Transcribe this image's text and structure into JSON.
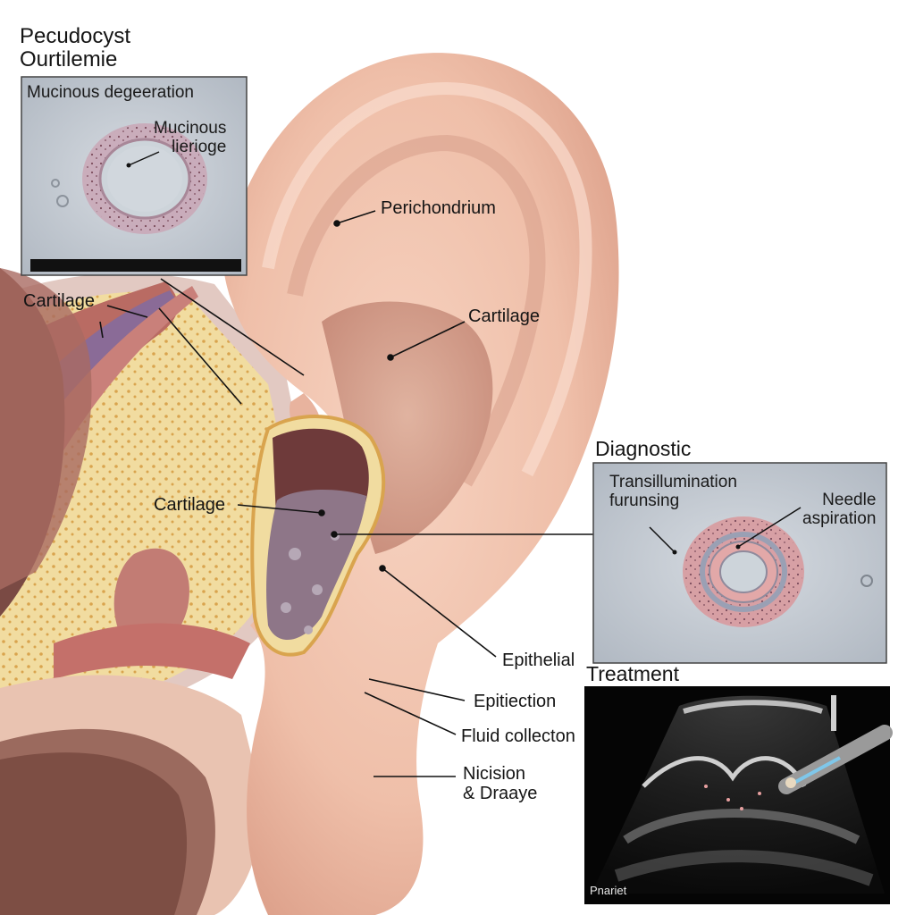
{
  "title": "Pecudocyst\nOurtilemie",
  "inset_histology": {
    "header": "Mucinous degeeration",
    "pointer_label": "Mucinous\nlierioge"
  },
  "ear_labels": {
    "perichondrium": "Perichondrium",
    "cartilage_helix": "Cartilage",
    "cartilage_left": "Cartilage",
    "cartilage_center": "Cartilage",
    "epithelial": "Epithelial",
    "epitiection": "Epitiection",
    "fluid_collection": "Fluid collecton",
    "incision_drainage": "Nicision\n& Draaye"
  },
  "diagnostic_panel": {
    "heading": "Diagnostic",
    "left_label": "Transillumination\nfurunsing",
    "right_label": "Needle\naspiration"
  },
  "treatment_panel": {
    "heading": "Treatment",
    "caption": "Pnariet"
  },
  "colors": {
    "skin": "#f0c2ad",
    "skin_shadow": "#d99a84",
    "cartilage": "#f1dca0",
    "muscle": "#c4706a",
    "cyst_fluid": "#8e7688",
    "histology_bg": "#c9d0d7",
    "ultrasound_bg": "#050505"
  }
}
